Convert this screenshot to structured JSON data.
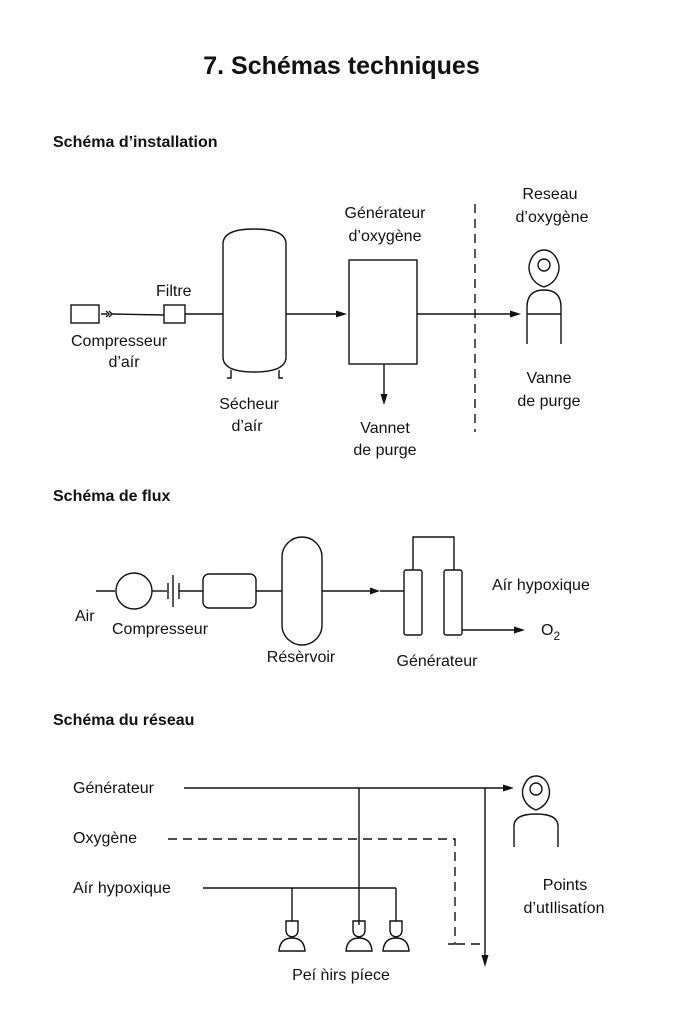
{
  "page": {
    "title": "7. Schémas techniques"
  },
  "installation": {
    "title": "Schéma d’installation",
    "labels": {
      "compressor_l1": "Compresseur",
      "compressor_l2": "d’aír",
      "filter": "Filtre",
      "dryer_l1": "Sécheur",
      "dryer_l2": "d’aír",
      "generator_l1": "Générateur",
      "generator_l2": "d’oxygène",
      "purge_valve_l1": "Vannet",
      "purge_valve_l2": "de purge",
      "network_l1": "Reseau",
      "network_l2": "d’oxygène",
      "network_valve_l1": "Vanne",
      "network_valve_l2": "de purge"
    }
  },
  "flow": {
    "title": "Schéma de flux",
    "labels": {
      "air": "Air",
      "compressor": "Compresseur",
      "reservoir": "Résèrvoir",
      "generator": "Générateur",
      "hypoxic_air": "Aír hypoxique",
      "o2": "O",
      "o2_sub": "2"
    }
  },
  "network": {
    "title": "Schéma du réseau",
    "labels": {
      "generator": "Générateur",
      "oxygen": "Oxygène",
      "hypoxic_air": "Aír hypoxique",
      "rooms": "Peí ǹirs píece",
      "use_points_l1": "Points",
      "use_points_l2": "d’utIlisatíon"
    }
  }
}
